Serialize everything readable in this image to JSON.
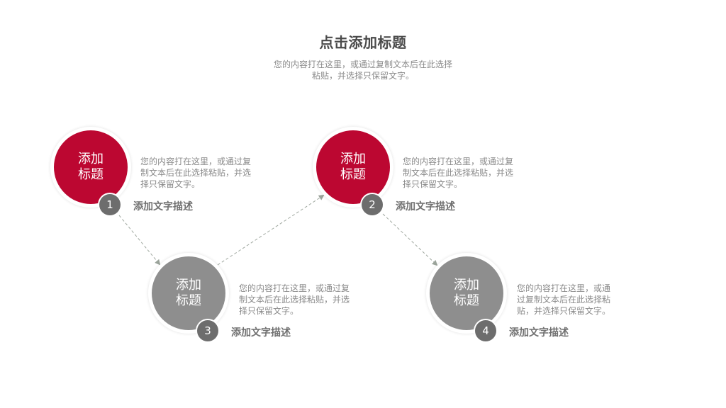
{
  "header": {
    "title": "点击添加标题",
    "subtitle_lines": [
      "您的内容打在这里，或通过复制文本后在此选择",
      "粘贴，并选择只保留文字。"
    ]
  },
  "colors": {
    "accent_red": "#bc0731",
    "circle_gray": "#8e8e8e",
    "badge_gray": "#6d6d6d",
    "text_gray": "#8a8a8a"
  },
  "steps": [
    {
      "number": "1",
      "circle_lines": [
        "添加",
        "标题"
      ],
      "desc_lines": [
        "您的内容打在这里，或通过复",
        "制文本后在此选择粘贴，并选",
        "择只保留文字。"
      ],
      "label": "添加文字描述"
    },
    {
      "number": "2",
      "circle_lines": [
        "添加",
        "标题"
      ],
      "desc_lines": [
        "您的内容打在这里，或通过复",
        "制文本后在此选择粘贴，并选",
        "择只保留文字。"
      ],
      "label": "添加文字描述"
    },
    {
      "number": "3",
      "circle_lines": [
        "添加",
        "标题"
      ],
      "desc_lines": [
        "您的内容打在这里，或通过复",
        "制文本后在此选择粘贴，并选",
        "择只保留文字。"
      ],
      "label": "添加文字描述"
    },
    {
      "number": "4",
      "circle_lines": [
        "添加",
        "标题"
      ],
      "desc_lines": [
        "您的内容打在这里，或通",
        "过复制文本后在此选择粘",
        "贴，并选择只保留文字。"
      ],
      "label": "添加文字描述"
    }
  ]
}
